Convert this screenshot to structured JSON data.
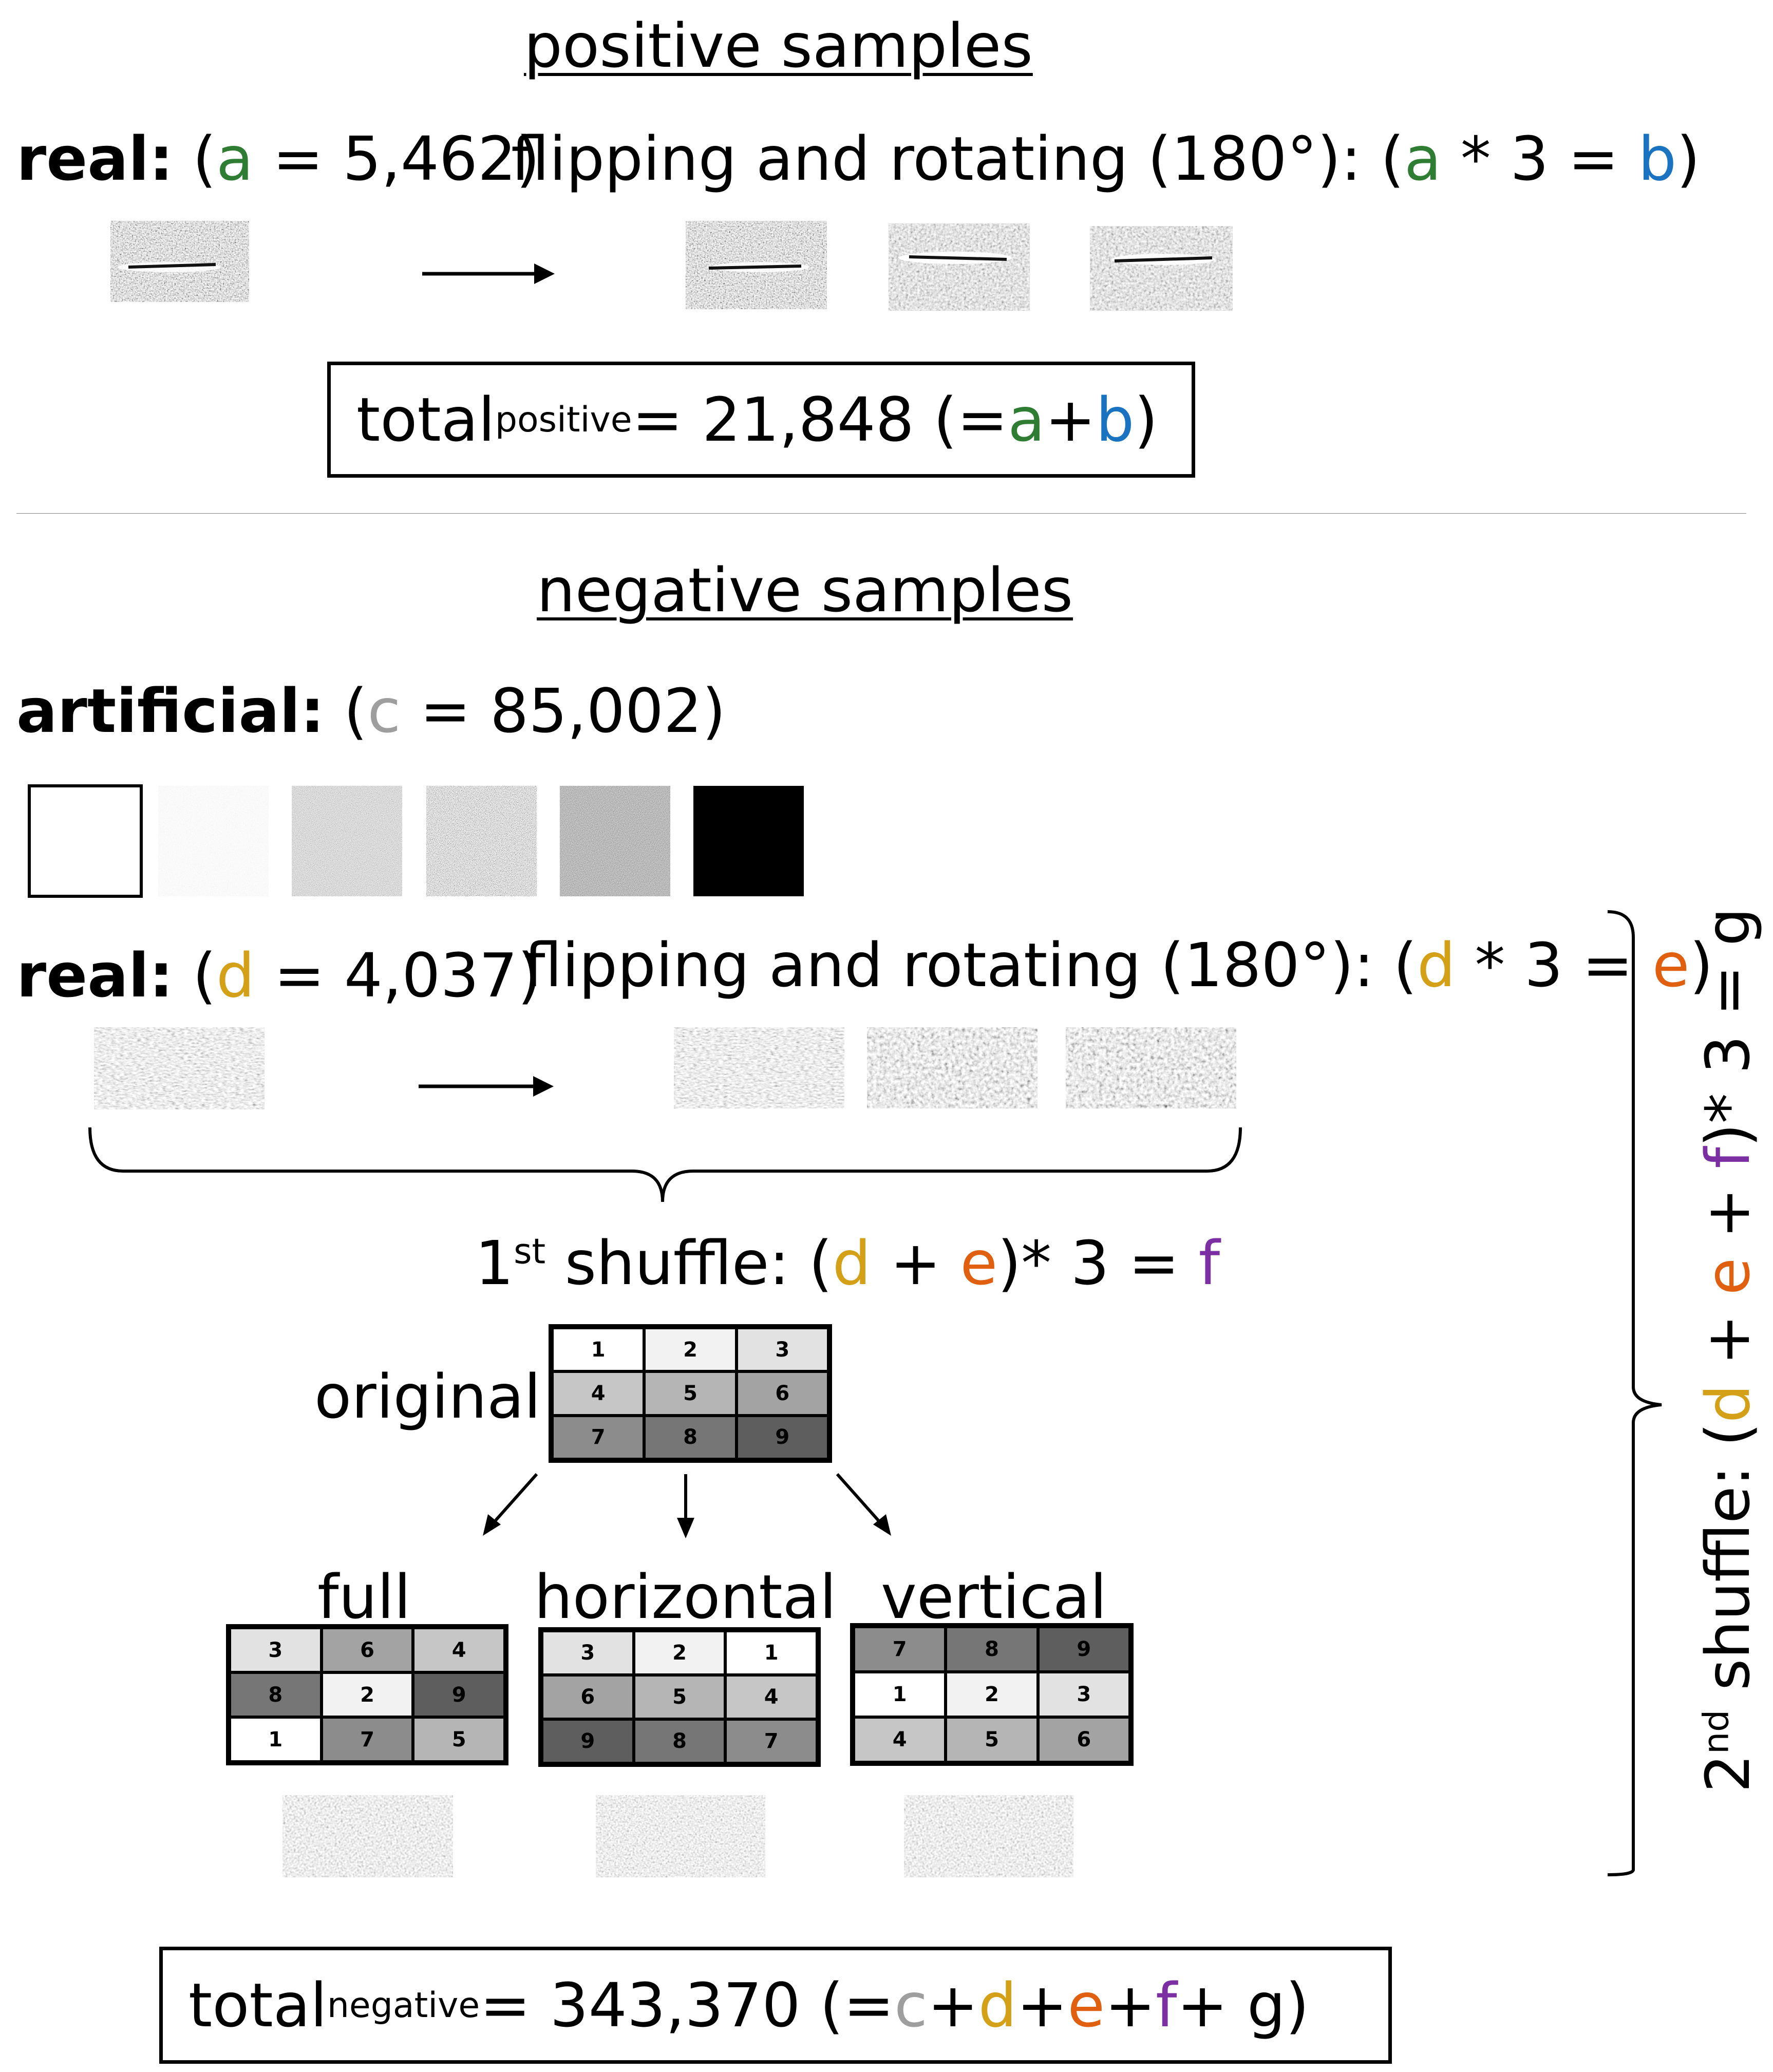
{
  "positive": {
    "heading": "positive samples",
    "real_label": "real:",
    "real_open": " (",
    "a": "a",
    "real_value": " = 5,462)",
    "flip_label": "flipping and rotating (180°): (",
    "flip_a": "a",
    "flip_mid": " * 3 = ",
    "flip_b": "b",
    "flip_close": ")",
    "total_prefix": "total",
    "total_sub": "positive",
    "total_value": " = 21,848 (= ",
    "total_a": "a",
    "total_plus": " + ",
    "total_b": "b",
    "total_close": ")"
  },
  "negative": {
    "heading": "negative samples",
    "artificial_label": "artificial:",
    "artificial_open": " (",
    "c": "c",
    "artificial_value": " = 85,002)",
    "real_label": "real:",
    "real_open": " (",
    "d": "d",
    "real_value": " = 4,037)",
    "flip_label": "flipping and rotating (180°): (",
    "flip_d": "d",
    "flip_mid": " * 3 = ",
    "flip_e": "e",
    "flip_close": ")",
    "shuffle1_num": "1",
    "shuffle1_sup": "st",
    "shuffle1_text": " shuffle: (",
    "shuffle1_d": "d",
    "shuffle1_plus": " + ",
    "shuffle1_e": "e",
    "shuffle1_mid": ")* 3 = ",
    "shuffle1_f": "f",
    "original_label": "original",
    "full_label": "full",
    "horizontal_label": "horizontal",
    "vertical_label": "vertical",
    "shuffle2_num": "2",
    "shuffle2_sup": "nd",
    "shuffle2_text": " shuffle: (",
    "shuffle2_d": "d",
    "shuffle2_p1": " + ",
    "shuffle2_e": "e",
    "shuffle2_p2": " + ",
    "shuffle2_f": "f",
    "shuffle2_end": ")* 3 = g",
    "total_prefix": "total",
    "total_sub": "negative",
    "total_value": " =  343,370 (= ",
    "total_c": "c",
    "total_p1": " + ",
    "total_d": "d",
    "total_p2": " + ",
    "total_e": "e",
    "total_p3": " + ",
    "total_f": "f",
    "total_p4": " + g)"
  },
  "grids": {
    "original": [
      [
        "1",
        "2",
        "3"
      ],
      [
        "4",
        "5",
        "6"
      ],
      [
        "7",
        "8",
        "9"
      ]
    ],
    "full": [
      [
        "3",
        "6",
        "4"
      ],
      [
        "8",
        "2",
        "9"
      ],
      [
        "1",
        "7",
        "5"
      ]
    ],
    "horizontal": [
      [
        "3",
        "2",
        "1"
      ],
      [
        "6",
        "5",
        "4"
      ],
      [
        "9",
        "8",
        "7"
      ]
    ],
    "vertical": [
      [
        "7",
        "8",
        "9"
      ],
      [
        "1",
        "2",
        "3"
      ],
      [
        "4",
        "5",
        "6"
      ]
    ]
  },
  "colors": {
    "a": "#2e7d32",
    "b": "#1a73c0",
    "c": "#9e9e9e",
    "d": "#d4a017",
    "e": "#e06010",
    "f": "#7b2fa3"
  }
}
